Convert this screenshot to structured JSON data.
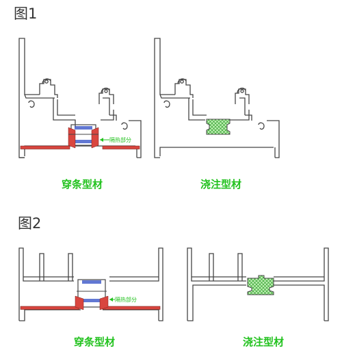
{
  "figure1": {
    "label": "图1",
    "left_caption": "穿条型材",
    "right_caption": "浇注型材",
    "annotation": "隔热部分"
  },
  "figure2": {
    "label": "图2",
    "left_caption": "穿条型材",
    "right_caption": "浇注型材",
    "annotation": "隔热部分"
  },
  "colors": {
    "outline": "#444444",
    "insulation_strip": "#d9463f",
    "poured_fill": "#bff0b4",
    "caption_green": "#22c21e",
    "strip_blue": "#3b56c8"
  }
}
